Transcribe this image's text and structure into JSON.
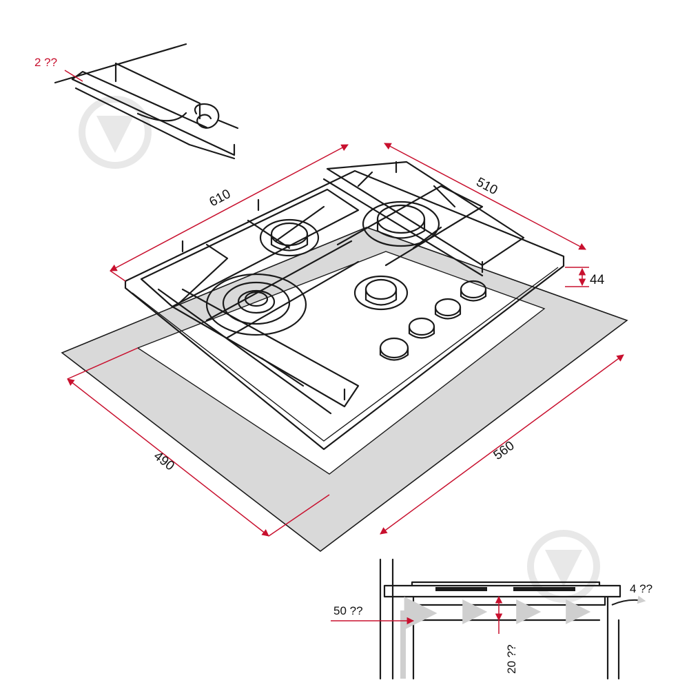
{
  "dimensions": {
    "width": "610",
    "depth": "510",
    "height": "44",
    "cutout_width": "560",
    "cutout_depth": "490"
  },
  "callouts": {
    "seal_thickness": "2 ??",
    "ventilation_gap": "50 ??",
    "clearance": "20 ??",
    "airflow_gap": "4 ??"
  },
  "colors": {
    "dimension_line": "#c8102e",
    "outline": "#1a1a1a",
    "cutout_fill": "#d9d9d9",
    "watermark": "#e6e6e6"
  }
}
